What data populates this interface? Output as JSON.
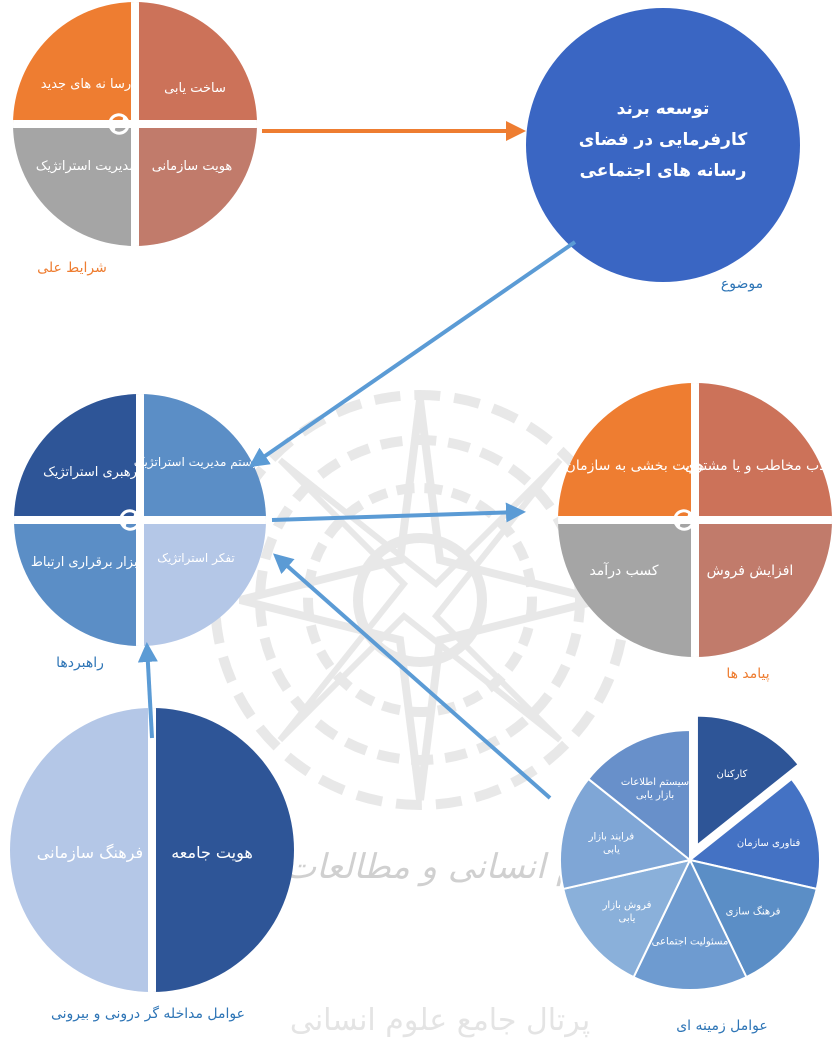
{
  "colors": {
    "orange": "#ee7d31",
    "terracotta": "#cc7259",
    "rose": "#c17b6b",
    "gray": "#a5a5a5",
    "royal_blue": "#3a66c3",
    "navy": "#2e5597",
    "steel_blue": "#5b8ec6",
    "light_blue": "#b4c7e7",
    "arrow_orange": "#ee7d31",
    "arrow_blue": "#5b9bd5",
    "watermark": "#cfcfcf"
  },
  "causal_conditions": {
    "caption": "شرایط علی",
    "q_top_left": "رسا نه های جدید",
    "q_top_right": "ساخت یابی",
    "q_bottom_left": "مدیریت استراتژیک",
    "q_bottom_right": "هویت سازمانی"
  },
  "topic": {
    "caption": "موضوع",
    "line1": "توسعه برند",
    "line2": "کارفرمایی در فضای",
    "line3": "رسانه های اجتماعی"
  },
  "strategies": {
    "caption": "راهبردها",
    "q_top_left": "رهبری استراتژیک",
    "q_top_right": "سیستم مدیریت استراتژیک",
    "q_bottom_left": "ابزار برقراری ارتباط",
    "q_bottom_right": "تفکر استراتژیک"
  },
  "outcomes": {
    "caption": "پیامد ها",
    "q_top_left": "هویت بخشی به سازمان",
    "q_top_right": "جذب مخاطب و یا مشتری",
    "q_bottom_left": "کسب درآمد",
    "q_bottom_right": "افزایش فروش"
  },
  "intervening": {
    "caption": "عوامل مداخله گر درونی و بیرونی",
    "left": "فرهنگ سازمانی",
    "right": "هویت جامعه"
  },
  "context": {
    "caption": "عوامل زمینه ای",
    "slices": [
      "کارکنان",
      "فناوری سازمان",
      "فرهنگ سازی",
      "مسئولیت اجتماعی",
      "فروش بازار یابی",
      "فرایند بازار یابی",
      "سیستم اطلاعات بازار یابی"
    ]
  },
  "watermark": {
    "line1": "پژوهشگاه علوم انسانی و مطالعات فرهنگی",
    "line2": "پرتال جامع علوم انسانی"
  }
}
